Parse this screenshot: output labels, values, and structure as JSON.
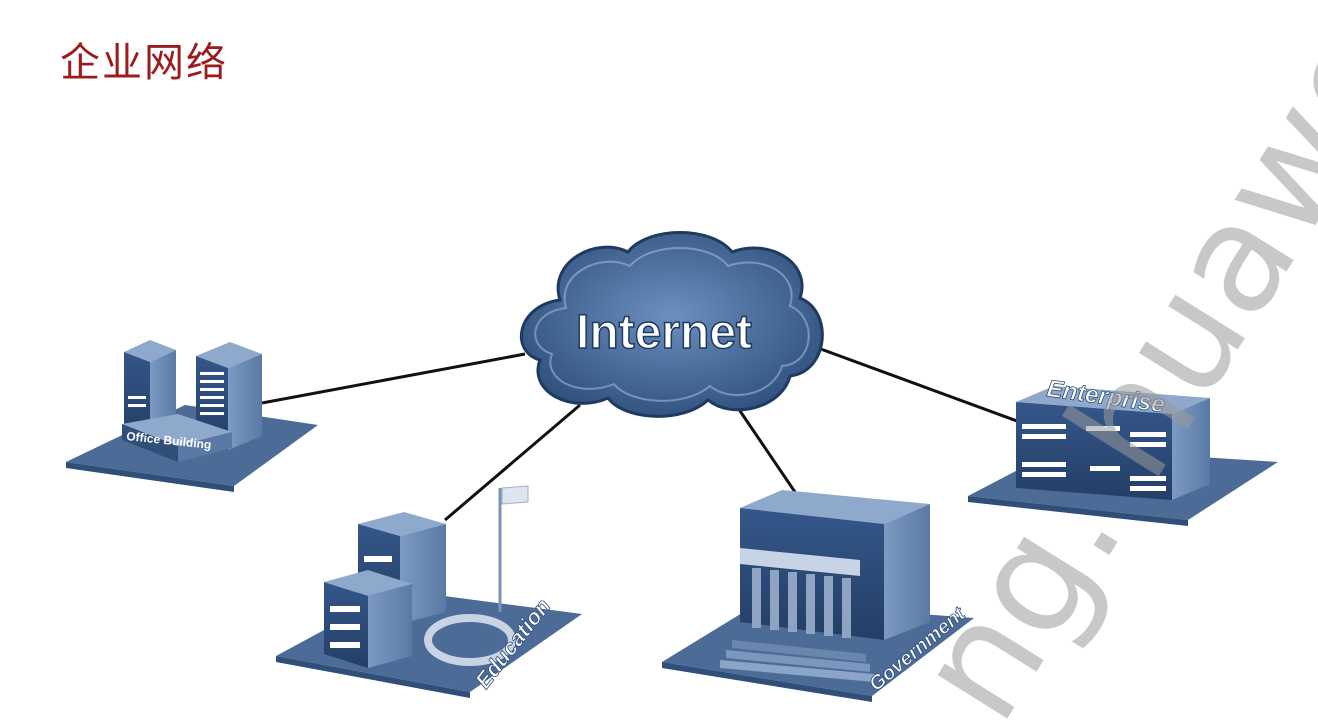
{
  "page": {
    "title": "企业网络"
  },
  "hub": {
    "label": "Internet"
  },
  "nodes": [
    {
      "id": "office",
      "label": "Office Building"
    },
    {
      "id": "education",
      "label": "Education"
    },
    {
      "id": "government",
      "label": "Government"
    },
    {
      "id": "enterprise",
      "label": "Enterprise"
    }
  ],
  "links": [
    {
      "from": "hub",
      "to": "office"
    },
    {
      "from": "hub",
      "to": "education"
    },
    {
      "from": "hub",
      "to": "government"
    },
    {
      "from": "hub",
      "to": "enterprise"
    }
  ],
  "watermark": {
    "text": "ng. huawei"
  },
  "colors": {
    "title": "#9b1c1c",
    "building_front": "#2f4f78",
    "building_side": "#5a7ba6",
    "building_top": "#8fa9cc",
    "platform": "#4c6b96",
    "cloud": "#3f6493",
    "link": "#111111"
  }
}
